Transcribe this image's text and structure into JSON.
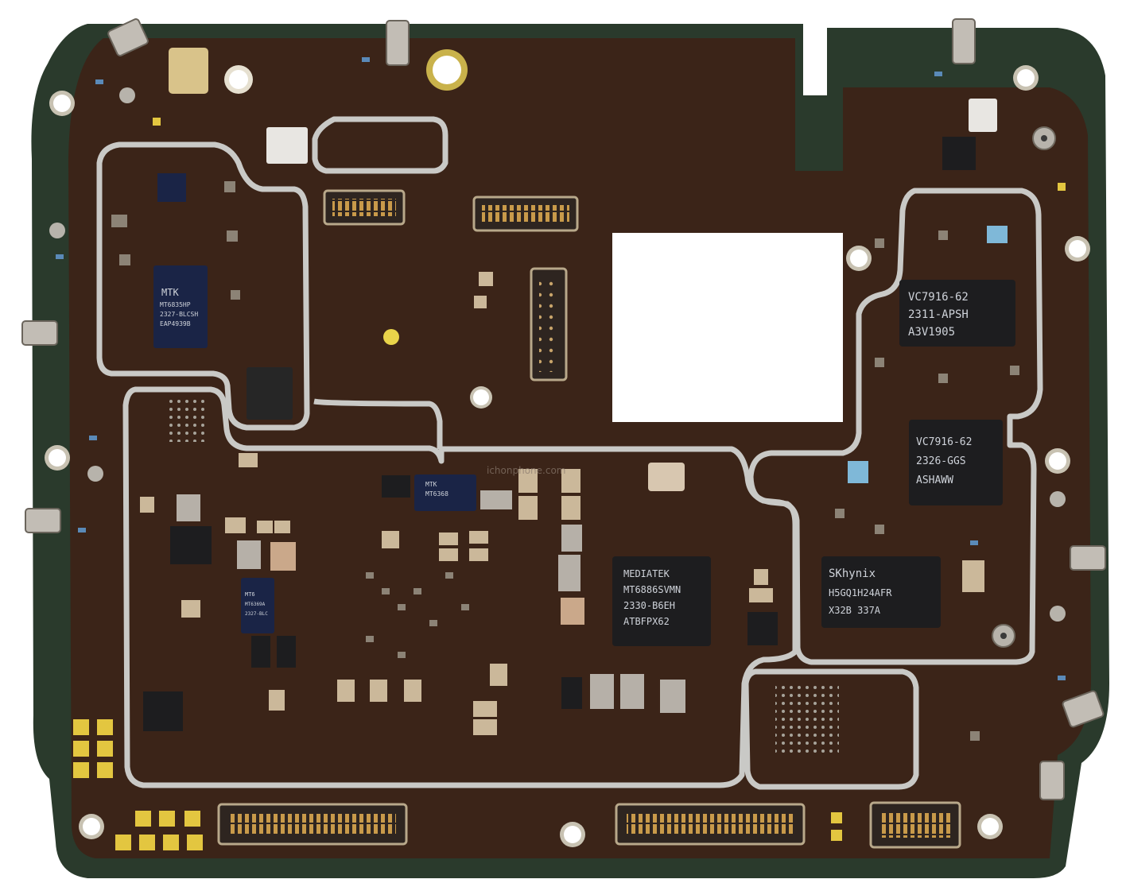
{
  "chips": {
    "mtk_pmic": {
      "line1": "MTK",
      "line2": "MT6835HP",
      "line3": "2327-BLCSH",
      "line4": "EAP4939B"
    },
    "mediatek_soc": {
      "line1": "MEDIATEK",
      "line2": "MT6886SVMN",
      "line3": "2330-B6EH",
      "line4": "ATBFPX62"
    },
    "sk_hynix": {
      "line1": "SKhynix",
      "line2": "H5GQ1H24AFR",
      "line3": "X32B   337A"
    },
    "vc_top": {
      "line1": "VC7916-62",
      "line2": "2311-APSH",
      "line3": "A3V1905"
    },
    "vc_mid": {
      "line1": "VC7916-62",
      "line2": "2326-GGS",
      "line3": "ASHAWW"
    },
    "mtk_small": {
      "line1": "MTK",
      "line2": "MT6368"
    },
    "mt_left": {
      "line1": "MT6",
      "line2": "MT6369A",
      "line3": "2327-BLC"
    }
  },
  "watermark": {
    "text": "ichonphone.com"
  }
}
